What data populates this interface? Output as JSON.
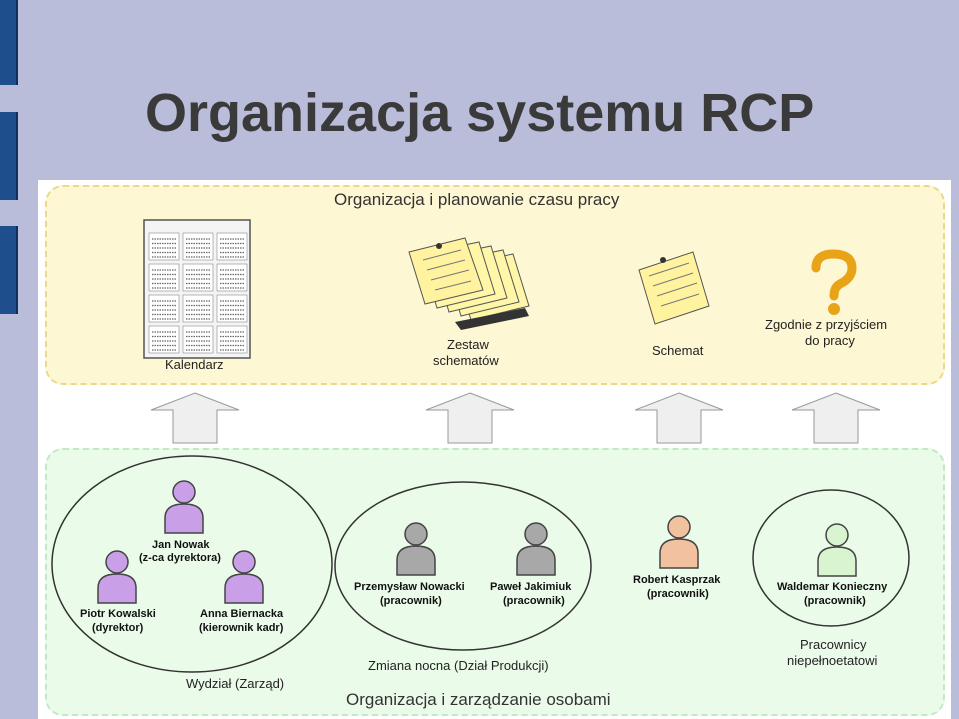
{
  "title": "Organizacja systemu RCP",
  "top_zone": {
    "label": "Organizacja i planowanie czasu pracy",
    "items": {
      "calendar": "Kalendarz",
      "schedule_set_1": "Zestaw",
      "schedule_set_2": "schematów",
      "schedule": "Schemat",
      "according_1": "Zgodnie z przyjściem",
      "according_2": "do pracy"
    }
  },
  "bottom_zone": {
    "label": "Organizacja i zarządzanie osobami",
    "groups": {
      "management": "Wydział (Zarząd)",
      "night_shift": "Zmiana nocna (Dział Produkcji)",
      "part_time_1": "Pracownicy",
      "part_time_2": "niepełnoetatowi"
    },
    "people": [
      {
        "name": "Jan Nowak",
        "role": "(z-ca dyrektora)",
        "color": "#c9a0e8"
      },
      {
        "name": "Piotr Kowalski",
        "role": "(dyrektor)",
        "color": "#c9a0e8"
      },
      {
        "name": "Anna Biernacka",
        "role": "(kierownik kadr)",
        "color": "#c9a0e8"
      },
      {
        "name": "Przemysław Nowacki",
        "role": "(pracownik)",
        "color": "#a8a8a8"
      },
      {
        "name": "Paweł Jakimiuk",
        "role": "(pracownik)",
        "color": "#a8a8a8"
      },
      {
        "name": "Robert Kasprzak",
        "role": "(pracownik)",
        "color": "#f2c2a0"
      },
      {
        "name": "Waldemar Konieczny",
        "role": "(pracownik)",
        "color": "#d8f5d0"
      }
    ]
  }
}
